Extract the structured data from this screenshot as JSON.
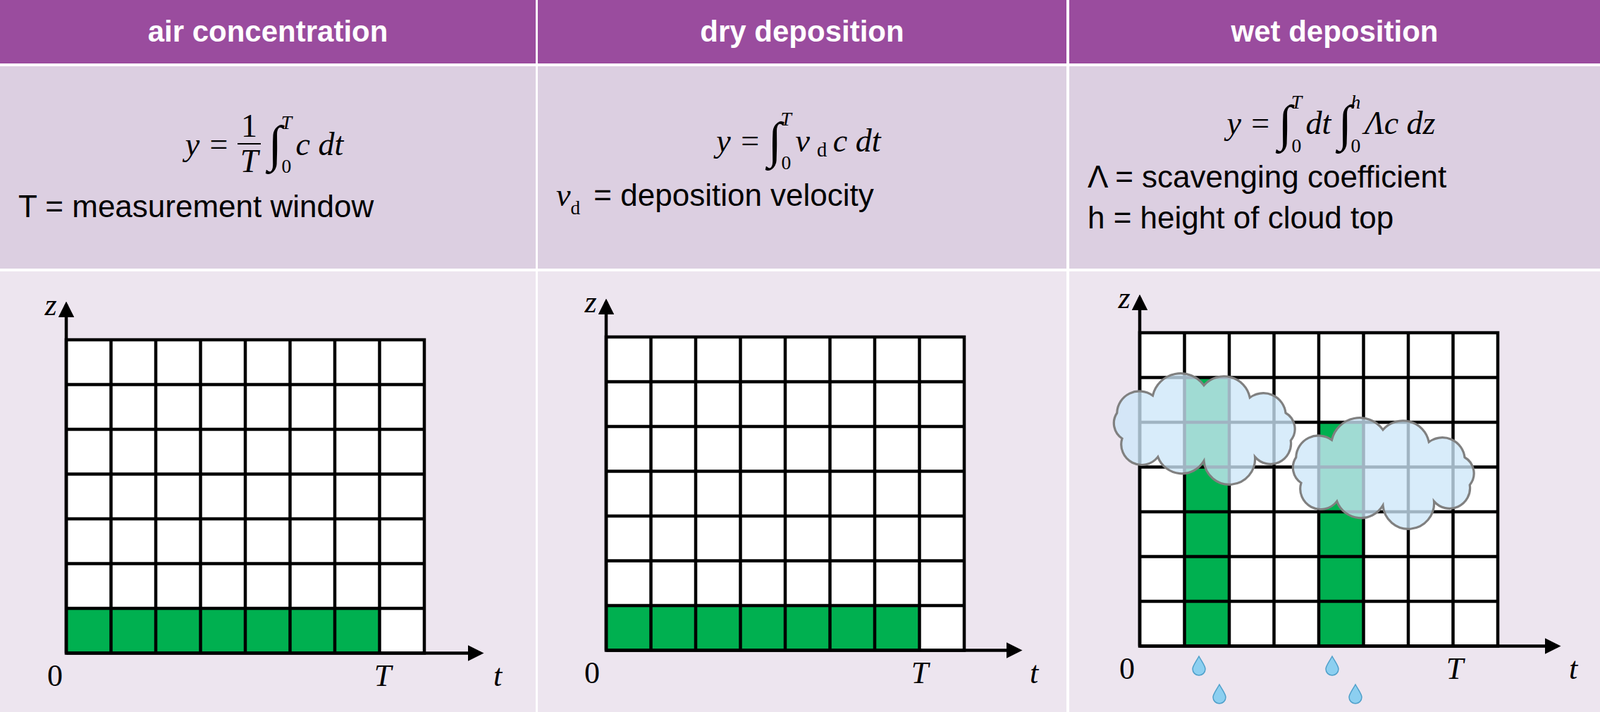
{
  "diagram": {
    "nodes": [
      {
        "text": [
          "air concentration"
        ]
      },
      {
        "text": [
          "dry deposition"
        ]
      },
      {
        "text": [
          "wet deposition"
        ]
      },
      {
        "text": [
          "y =",
          "1",
          "T",
          "∫",
          "T",
          "0",
          "c dt",
          "T = measurement window"
        ]
      },
      {
        "text": [
          "y =",
          "∫",
          "T",
          "0",
          "v",
          "d",
          "c dt",
          "v",
          "d",
          "= deposition velocity"
        ]
      },
      {
        "text": [
          "y =",
          "∫",
          "T",
          "0",
          "dt",
          "∫",
          "h",
          "0",
          "Λc dz",
          "Λ = scavenging coefficient",
          "h = height of cloud top"
        ]
      }
    ],
    "labels": [
      "z",
      "0",
      "T",
      "t",
      "z",
      "0",
      "T",
      "t",
      "z",
      "0",
      "T",
      "t"
    ]
  }
}
